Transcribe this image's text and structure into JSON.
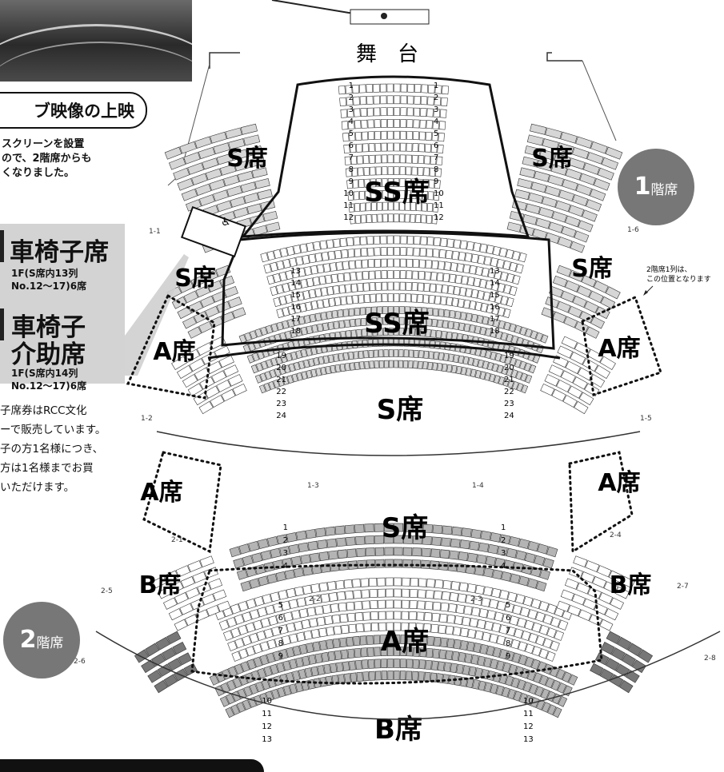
{
  "stage": {
    "title": "舞　台"
  },
  "left_panel": {
    "live_title": "ブ映像の上映",
    "live_desc": [
      "スクリーンを設置",
      "ので、2階席からも",
      "くなりました。"
    ],
    "wheelchair_title": "車椅子席",
    "wheelchair_sub": [
      "1F(S席内13列",
      "No.12～17)6席"
    ],
    "assist_title_line1": "車椅子",
    "assist_title_line2": "介助席",
    "assist_sub": [
      "1F(S席内14列",
      "No.12～17)6席"
    ],
    "note": [
      "子席券はRCC文化",
      "ーで販売しています。",
      "子の方1名様につき、",
      "方は1名様までお買",
      "いただけます。"
    ]
  },
  "floor1": {
    "badge_num": "1",
    "badge_text": "階席",
    "ss_label": "SS席",
    "s_label": "S席",
    "a_label": "A席",
    "front_rows": [
      "1",
      "2",
      "3",
      "4",
      "5",
      "6",
      "7",
      "8",
      "9",
      "10",
      "11",
      "12"
    ],
    "mid_rows": [
      "13",
      "14",
      "15",
      "16",
      "17",
      "18"
    ],
    "back_rows": [
      "19",
      "20",
      "21",
      "22",
      "23",
      "24"
    ],
    "side_labels": {
      "left_top": "1-1",
      "right_top": "1-6",
      "left_bottom": "1-2",
      "right_bottom": "1-5",
      "door_left": "1-3",
      "door_right": "1-4"
    },
    "note_2f_row1": [
      "2階席1列は、",
      "この位置となります"
    ],
    "wheelchair_icon": "wheelchair-icon"
  },
  "floor2": {
    "badge_num": "2",
    "badge_text": "階席",
    "s_label": "S席",
    "a_label": "A席",
    "b_label": "B席",
    "s_rows": [
      "1",
      "2",
      "3",
      "4"
    ],
    "a_rows": [
      "5",
      "6",
      "7",
      "8",
      "9"
    ],
    "b_rows": [
      "10",
      "11",
      "12",
      "13"
    ],
    "door_labels": {
      "d1": "2-1",
      "d2": "2-2",
      "d3": "2-3",
      "d4": "2-4",
      "d5": "2-5",
      "d6": "2-6",
      "d7": "2-7",
      "d8": "2-8"
    }
  },
  "colors": {
    "light": "#d6d6d6",
    "mid": "#b4b4b4",
    "dark": "#777777",
    "line": "#222222",
    "panel": "#d3d3d3"
  }
}
